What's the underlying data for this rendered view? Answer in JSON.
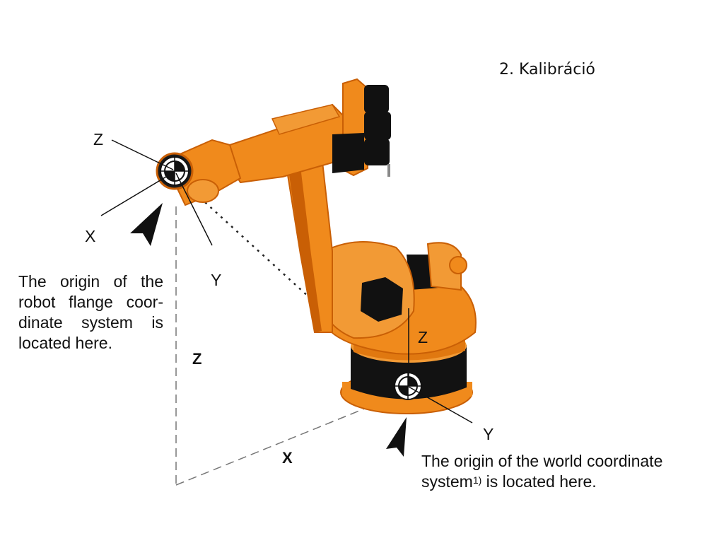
{
  "slide": {
    "title": "2. Kalibráció"
  },
  "flange_axes": {
    "z": "Z",
    "x": "X",
    "y": "Y"
  },
  "world_axes": {
    "z": "Z",
    "y": "Y"
  },
  "reference_axes": {
    "z": "Z",
    "x": "X"
  },
  "callouts": {
    "flange": "The origin of the robot flange coor-dinate system is located here.",
    "world_prefix": "The origin of the world coordinate system",
    "world_footnote": "1)",
    "world_suffix": " is located here."
  },
  "colors": {
    "robot_orange": "#f08a1c",
    "robot_dark": "#c95f05",
    "robot_black": "#111111",
    "marker": "#1a1a1a"
  },
  "icons": [
    "pointer-arrow-icon",
    "coordinate-origin-icon"
  ]
}
